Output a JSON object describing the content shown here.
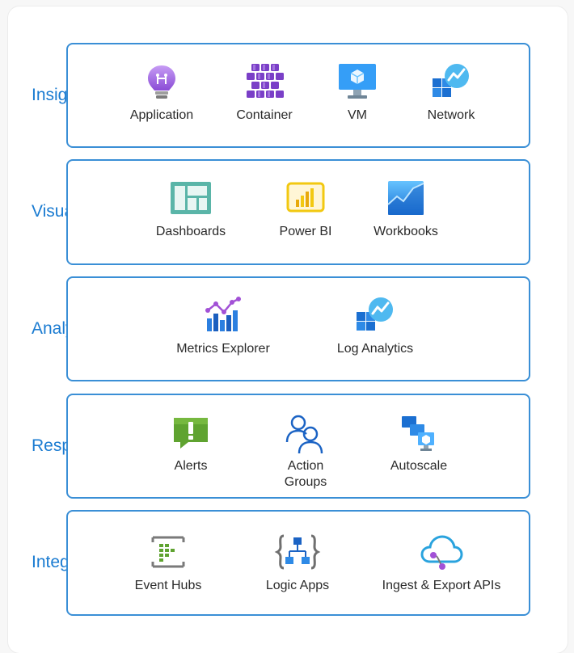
{
  "sections": [
    {
      "label": "Insights",
      "items": [
        {
          "label": "Application",
          "icon": "lightbulb-icon"
        },
        {
          "label": "Container",
          "icon": "container-grid-icon"
        },
        {
          "label": "VM",
          "icon": "monitor-icon"
        },
        {
          "label": "Network",
          "icon": "network-chart-icon"
        }
      ]
    },
    {
      "label": "Visualize",
      "items": [
        {
          "label": "Dashboards",
          "icon": "dashboard-icon"
        },
        {
          "label": "Power BI",
          "icon": "power-bi-icon"
        },
        {
          "label": "Workbooks",
          "icon": "workbook-icon"
        }
      ]
    },
    {
      "label": "Analyze",
      "items": [
        {
          "label": "Metrics Explorer",
          "icon": "metrics-chart-icon"
        },
        {
          "label": "Log Analytics",
          "icon": "log-analytics-icon"
        }
      ]
    },
    {
      "label": "Respond",
      "items": [
        {
          "label": "Alerts",
          "icon": "alert-icon"
        },
        {
          "label": "Action\nGroups",
          "icon": "users-icon"
        },
        {
          "label": "Autoscale",
          "icon": "autoscale-icon"
        }
      ]
    },
    {
      "label": "Integrate",
      "items": [
        {
          "label": "Event Hubs",
          "icon": "event-hub-icon"
        },
        {
          "label": "Logic Apps",
          "icon": "logic-apps-icon"
        },
        {
          "label": "Ingest & Export APIs",
          "icon": "cloud-api-icon"
        }
      ]
    }
  ],
  "colors": {
    "accent": "#1a7bd1",
    "border": "#3a8fd6"
  }
}
